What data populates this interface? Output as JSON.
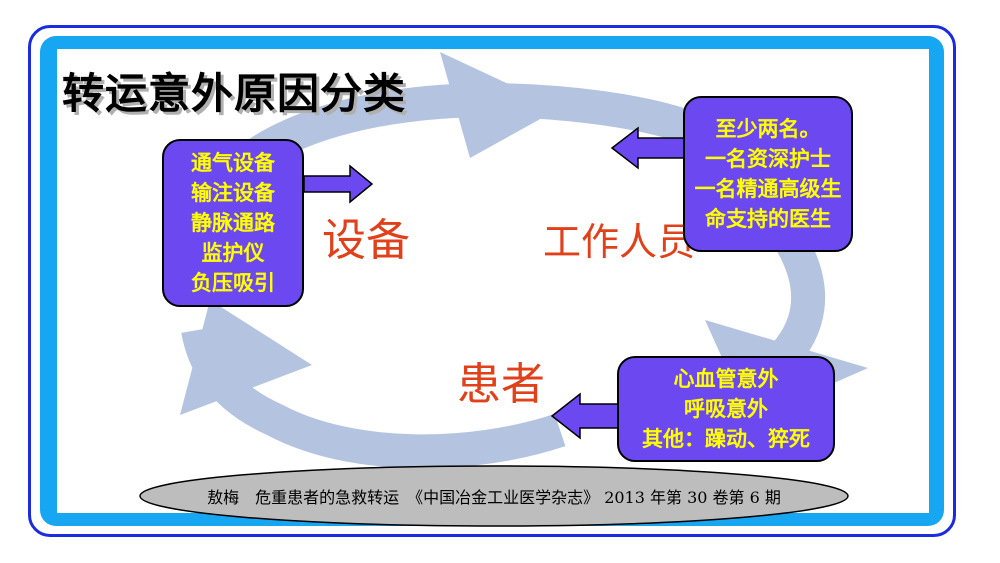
{
  "title": "转运意外原因分类",
  "categories": {
    "equipment": "设备",
    "staff": "工作人员",
    "patient": "患者"
  },
  "boxes": {
    "equipment": [
      "通气设备",
      "输注设备",
      "静脉通路",
      "监护仪",
      "负压吸引"
    ],
    "staff": [
      "至少两名。",
      "一名资深护士",
      "一名精通高级生",
      "命支持的医生"
    ],
    "patient": [
      "心血管意外",
      "呼吸意外",
      "其他：躁动、猝死"
    ]
  },
  "citation": "敖梅　危重患者的急救转运　《中国冶金工业医学杂志》 2013 年第 30 卷第 6 期",
  "colors": {
    "box_fill": "#6b48f0",
    "box_text": "#ffff00",
    "category_text": "#e0401a",
    "cycle_arrow": "#b4c4e0",
    "frame_band": "#17a6f2",
    "frame_border": "#1a2be0"
  }
}
